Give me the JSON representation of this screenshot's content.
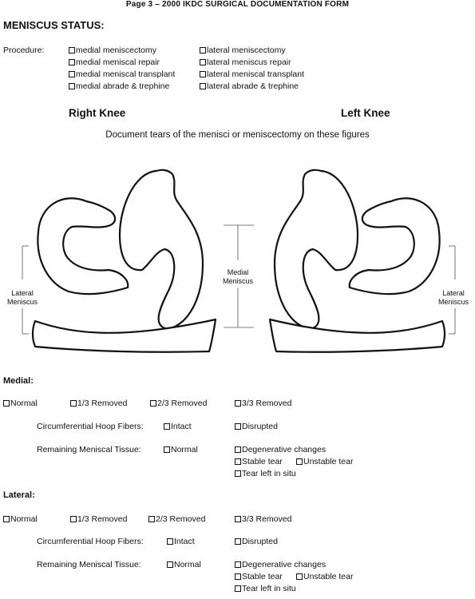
{
  "page_header": "Page 3 – 2000 IKDC SURGICAL DOCUMENTATION FORM",
  "meniscus_status_title": "MENISCUS STATUS:",
  "procedure": {
    "label": "Procedure:",
    "medial_options": [
      "medial meniscectomy",
      "medial meniscal repair",
      "medial meniscal transplant",
      "medial abrade & trephine"
    ],
    "lateral_options": [
      "lateral meniscectomy",
      "lateral meniscus repair",
      "lateral meniscal transplant",
      "lateral abrade & trephine"
    ]
  },
  "figure": {
    "right_knee": "Right Knee",
    "left_knee": "Left Knee",
    "instruction": "Document tears of the menisci or meniscectomy on these figures",
    "medial_label_1": "Medial",
    "medial_label_2": "Meniscus",
    "lateral_left_1": "Lateral",
    "lateral_left_2": "Meniscus",
    "lateral_right_1": "Lateral",
    "lateral_right_2": "Meniscus"
  },
  "medial": {
    "title": "Medial:",
    "removal": [
      "Normal",
      "1/3 Removed",
      "2/3 Removed",
      "3/3 Removed"
    ],
    "hoop_label": "Circumferential Hoop Fibers:",
    "hoop_intact": "Intact",
    "hoop_disrupted": "Disrupted",
    "tissue_label": "Remaining Meniscal Tissue:",
    "tissue_normal": "Normal",
    "tissue_degenerative": "Degenerative changes",
    "tissue_stable": "Stable tear",
    "tissue_unstable": "Unstable tear",
    "tissue_insitu": "Tear left in situ"
  },
  "lateral": {
    "title": "Lateral:",
    "removal": [
      "Normal",
      "1/3 Removed",
      "2/3 Removed",
      "3/3 Removed"
    ],
    "hoop_label": "Circumferential Hoop Fibers:",
    "hoop_intact": "Intact",
    "hoop_disrupted": "Disrupted",
    "tissue_label": "Remaining Meniscal Tissue:",
    "tissue_normal": "Normal",
    "tissue_degenerative": "Degenerative changes",
    "tissue_stable": "Stable tear",
    "tissue_unstable": "Unstable tear",
    "tissue_insitu": "Tear left in situ"
  }
}
